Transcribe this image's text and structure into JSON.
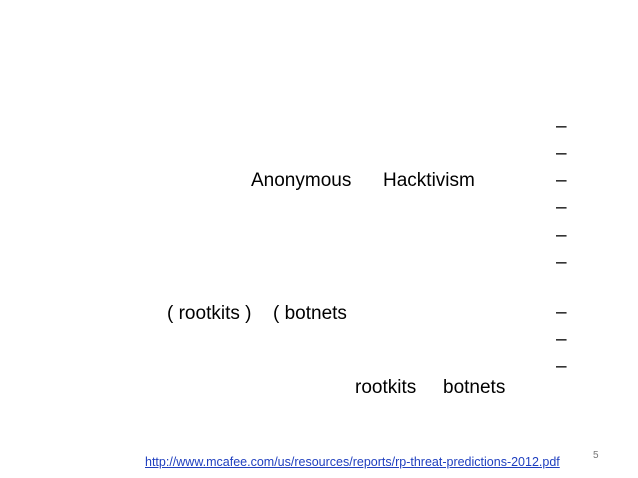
{
  "slide": {
    "line1": {
      "left_term": "Anonymous",
      "right_term": "Hacktivism"
    },
    "line2": {
      "part_a": "( rootkits )",
      "part_b": "( botnets"
    },
    "line3": {
      "left_term": "rootkits",
      "right_term": "botnets"
    },
    "dashes": [
      "–",
      "–",
      "–",
      "–",
      "–",
      "–",
      "–",
      "–",
      "–"
    ],
    "source_url": "http://www.mcafee.com/us/resources/reports/rp-threat-predictions-2012.pdf",
    "page_number": "5"
  }
}
